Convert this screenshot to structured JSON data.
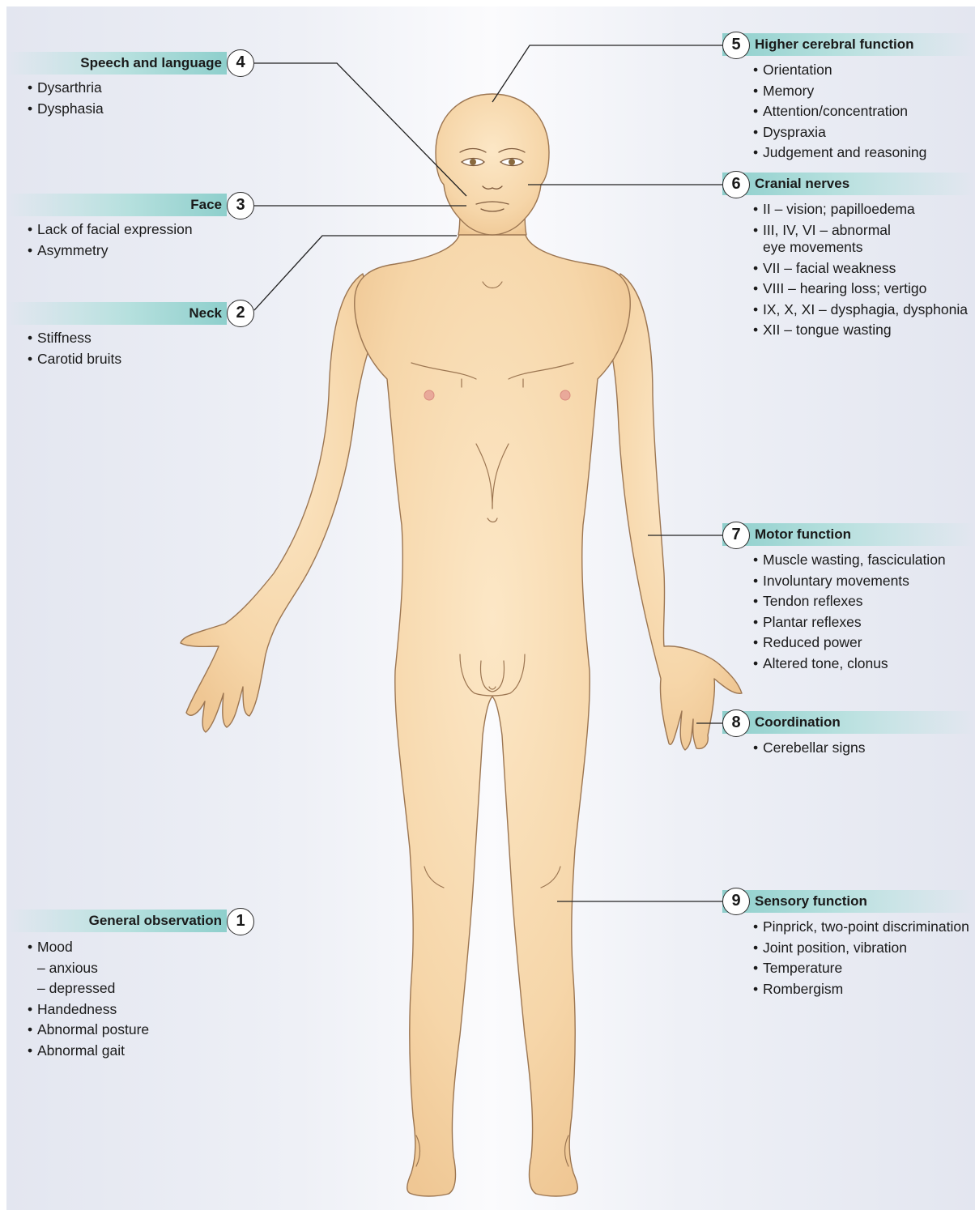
{
  "sections": {
    "s4": {
      "number": "4",
      "title": "Speech and language",
      "items": [
        "Dysarthria",
        "Dysphasia"
      ]
    },
    "s3": {
      "number": "3",
      "title": "Face",
      "items": [
        "Lack of facial expression",
        "Asymmetry"
      ]
    },
    "s2": {
      "number": "2",
      "title": "Neck",
      "items": [
        "Stiffness",
        "Carotid bruits"
      ]
    },
    "s1": {
      "number": "1",
      "title": "General observation",
      "items": [
        "Mood",
        "– anxious",
        "– depressed",
        "Handedness",
        "Abnormal posture",
        "Abnormal gait"
      ]
    },
    "s5": {
      "number": "5",
      "title": "Higher cerebral function",
      "items": [
        "Orientation",
        "Memory",
        "Attention/concentration",
        "Dyspraxia",
        "Judgement and reasoning"
      ]
    },
    "s6": {
      "number": "6",
      "title": "Cranial nerves",
      "items": [
        "II – vision; papilloedema",
        "III, IV, VI – abnormal",
        "eye movements",
        "VII – facial weakness",
        "VIII – hearing loss; vertigo",
        "IX, X, XI – dysphagia, dysphonia",
        "XII – tongue wasting"
      ]
    },
    "s7": {
      "number": "7",
      "title": "Motor function",
      "items": [
        "Muscle wasting, fasciculation",
        "Involuntary movements",
        "Tendon reflexes",
        "Plantar reflexes",
        "Reduced power",
        "Altered tone, clonus"
      ]
    },
    "s8": {
      "number": "8",
      "title": "Coordination",
      "items": [
        "Cerebellar signs"
      ]
    },
    "s9": {
      "number": "9",
      "title": "Sensory function",
      "items": [
        "Pinprick, two-point discrimination",
        "Joint position, vibration",
        "Temperature",
        "Rombergism"
      ]
    }
  },
  "colors": {
    "label_band": "#9fd6d3",
    "skin": "#f6d6a9",
    "outline": "#9c7652",
    "leader": "#222222"
  }
}
